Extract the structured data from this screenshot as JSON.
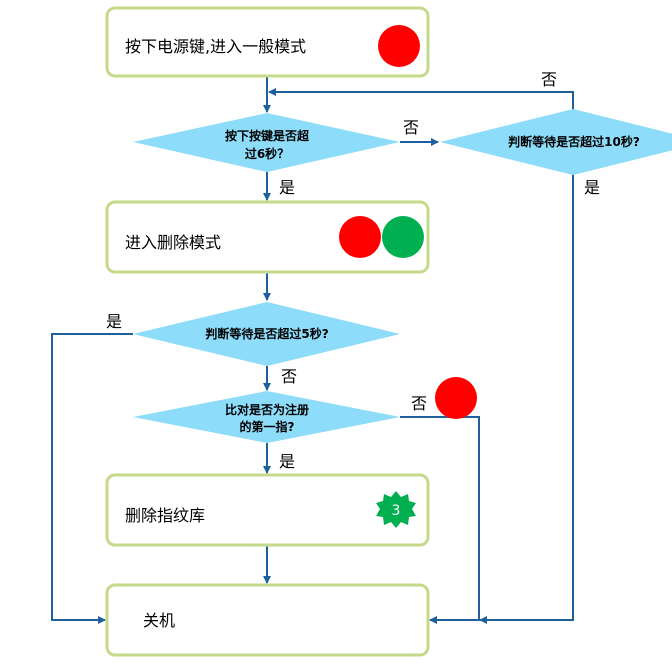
{
  "nodes": {
    "start": "按下电源键,进入一般模式",
    "q_hold6": [
      "按下按键是否超",
      "过6秒？"
    ],
    "q_wait10": "判断等待是否超过10秒?",
    "delete_mode": "进入删除模式",
    "q_wait5": "判断等待是否超过5秒?",
    "q_first_finger": [
      "比对是否为注册",
      "的第一指?"
    ],
    "delete_library": "删除指纹库",
    "shutdown": "关机"
  },
  "labels": {
    "yes": "是",
    "no": "否"
  },
  "badge": "3",
  "colors": {
    "red": "#ff0000",
    "green": "#00b050",
    "diamond": "#8cdcfa",
    "box_border": "#c5d98a",
    "line": "#1f5f9e"
  }
}
